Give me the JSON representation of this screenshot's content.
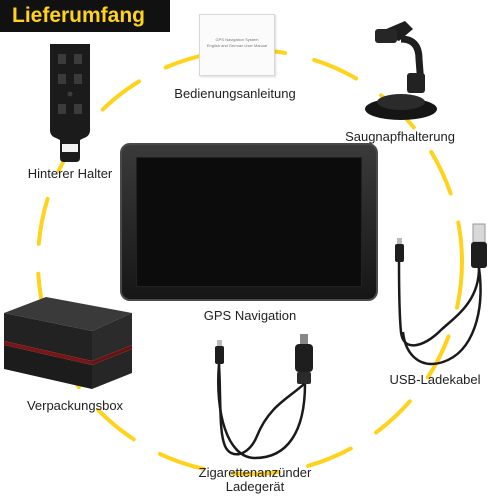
{
  "title": "Lieferumfang",
  "manual": {
    "label": "Bedienungsanleitung",
    "card_line1": "GPS Navigation System",
    "card_line2": "English and German User Manual"
  },
  "items": {
    "suction_mount": "Saugnapfhalterung",
    "rear_holder": "Hinterer Halter",
    "gps": "GPS Navigation",
    "usb_cable": "USB-Ladekabel",
    "packaging_box": "Verpackungsbox",
    "car_charger_line1": "Zigarettenanzünder",
    "car_charger_line2": "Ladegerät"
  },
  "colors": {
    "accent": "#ffd21c",
    "banner_bg": "#111111"
  }
}
